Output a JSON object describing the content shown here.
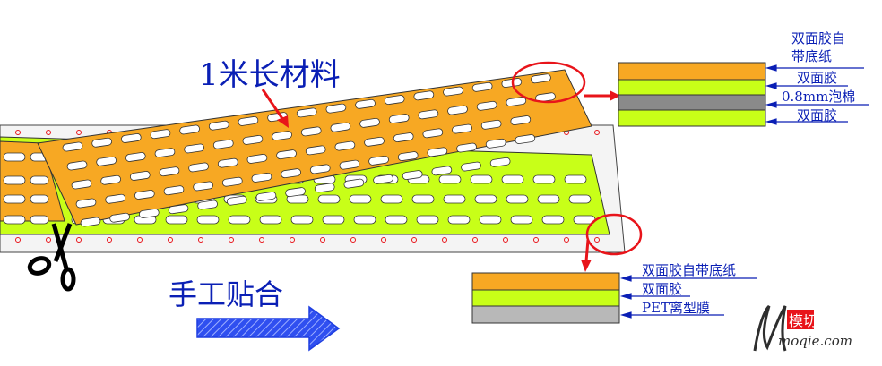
{
  "main": {
    "title": "1米长材料",
    "handwork_label": "手工贴合"
  },
  "stack_top": {
    "labels": [
      "双面胶自",
      "带底纸",
      "双面胶",
      "0.8mm泡棉",
      "双面胶"
    ],
    "colors": [
      "#f7a823",
      "#c8ff18",
      "#8a8a8a",
      "#c8ff18"
    ]
  },
  "stack_bottom": {
    "labels": [
      "双面胶自带底纸",
      "双面胶",
      "PET离型膜"
    ],
    "colors": [
      "#f7a823",
      "#c8ff18",
      "#b8b8b8"
    ]
  },
  "watermark": {
    "brand": "模切网",
    "site": "moqie.com"
  },
  "colors": {
    "orange": "#f7a823",
    "green": "#c8ff18",
    "red": "#e8141a",
    "blue": "#0a1fb5",
    "arrow_blue": "#1f3fe0"
  }
}
